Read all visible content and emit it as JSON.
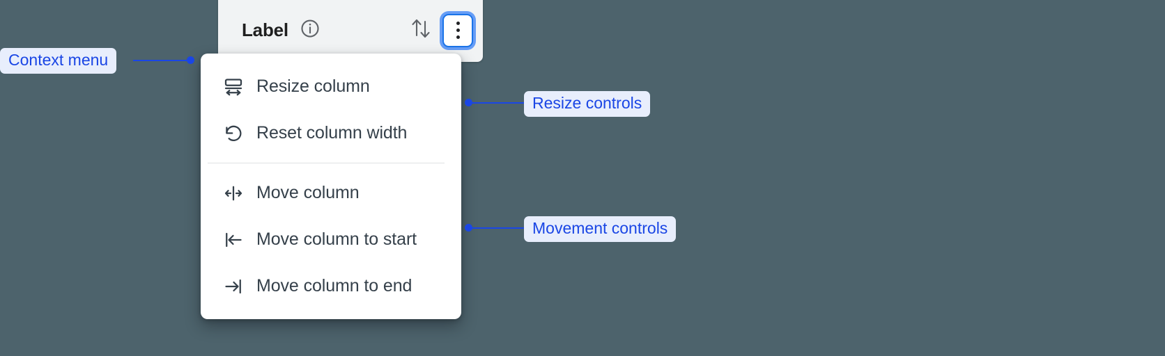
{
  "page": {
    "background_color": "#4d636c",
    "accent_color": "#1a46e5",
    "focus_ring_color": "#669df6",
    "focus_border_color": "#1a73e8"
  },
  "column_header": {
    "title": "Label",
    "info_icon": "info-circle-icon",
    "sort_icon": "sort-up-down-icon",
    "overflow_icon": "more-vertical-icon"
  },
  "context_menu": {
    "groups": [
      {
        "name": "resize",
        "items": [
          {
            "label": "Resize column",
            "icon": "resize-column-icon"
          },
          {
            "label": "Reset column width",
            "icon": "reset-rotate-ccw-icon"
          }
        ]
      },
      {
        "name": "movement",
        "items": [
          {
            "label": "Move column",
            "icon": "move-left-right-icon"
          },
          {
            "label": "Move column to start",
            "icon": "arrow-to-start-icon"
          },
          {
            "label": "Move column to end",
            "icon": "arrow-to-end-icon"
          }
        ]
      }
    ]
  },
  "annotations": [
    {
      "id": "context-menu",
      "label": "Context menu"
    },
    {
      "id": "resize",
      "label": "Resize controls"
    },
    {
      "id": "movement",
      "label": "Movement controls"
    }
  ]
}
